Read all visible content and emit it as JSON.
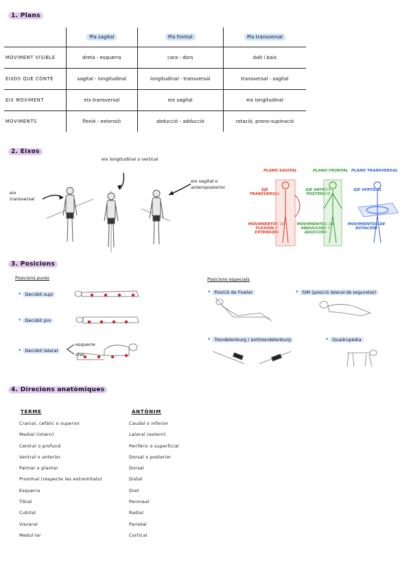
{
  "sections": {
    "plans": "1. Plans",
    "eixos": "2. Eixos",
    "posicions": "3. Posicions",
    "direccions": "4. Direcions anatòmiques"
  },
  "plans_table": {
    "headers": [
      "Pla sagital",
      "Pla frontal",
      "Pla transversal"
    ],
    "rows": [
      {
        "label": "MOVIMENT VISIBLE",
        "cells": [
          "dreta - esquerra",
          "cara - dors",
          "dalt i baix"
        ]
      },
      {
        "label": "EIXOS QUE CONTÉ",
        "cells": [
          "sagital - longitudinal",
          "longitudinal - transversal",
          "transversal - sagital"
        ]
      },
      {
        "label": "EIX MOVIMENT",
        "cells": [
          "eix transversal",
          "eix sagital",
          "eix longitudinal"
        ]
      },
      {
        "label": "MOVIMENTS",
        "cells": [
          "flexió - extensió",
          "abducció - adducció",
          "rotació, prono-supinació"
        ]
      }
    ]
  },
  "eixos": {
    "eix_transversal": "eix transversal",
    "eix_longitudinal": "eix longitudinal o vertical",
    "eix_sagital": "eix sagital o anteroposterior",
    "planes": {
      "sagital": "PLANO SAGITAL",
      "frontal": "PLANO FRONTAL",
      "transversal": "PLANO TRANSVERSAL",
      "eje_transversal": "EJE TRANSVERSAL",
      "eje_antero": "EJE ANTERO POSTERIOR",
      "eje_vertical": "EJE VERTICAL",
      "mov_flexion": "MOVIMIENTOS DE FLEXIÓN Y EXTENSIÓN",
      "mov_abduccion": "MOVIMIENTOS DE ABDUCCIÓN Y ADUCCIÓN",
      "mov_rotacion": "MOVIMIENTOS DE ROTACIÓN"
    }
  },
  "posicions": {
    "pures_title": "Posicions pures",
    "especials_title": "Posicions especials",
    "supi": "Decúbit supí",
    "pro": "Decúbit pro",
    "lateral": "Decúbit lateral",
    "esquerre": "esquerre",
    "dret": "dret",
    "fowler": "Posició de Fowler",
    "sim": "SIM (posició lateral de seguretat)",
    "trendelenburg": "Trendelenburg / antitrendelenburg",
    "quadrupedia": "Quadrupèdia"
  },
  "direccions": {
    "terme_title": "TERME",
    "antonim_title": "ANTÒNIM",
    "terms": [
      "Cranial, cefàlic o superior",
      "Medial (intern)",
      "Central o profund",
      "Ventral o anterior",
      "Palmar o plantar",
      "Proximal (respecte les extremitats)",
      "Esquerra",
      "Tibial",
      "Cubital",
      "Visceral",
      "Medul·lar"
    ],
    "antonyms": [
      "Caudal o inferior",
      "Lateral (extern)",
      "Perifèric o superficial",
      "Dorsal o posterior",
      "Dorsal",
      "Distal",
      "Dret",
      "Peroneal",
      "Radial",
      "Parietal",
      "Cortical"
    ]
  },
  "colors": {
    "section_highlight": "#e3c8f3",
    "header_highlight": "#cfe3ff",
    "bullet": "#3a7bd5",
    "sagital": "#e0301e",
    "frontal": "#2e9a2e",
    "transversal": "#2c5fd6"
  }
}
